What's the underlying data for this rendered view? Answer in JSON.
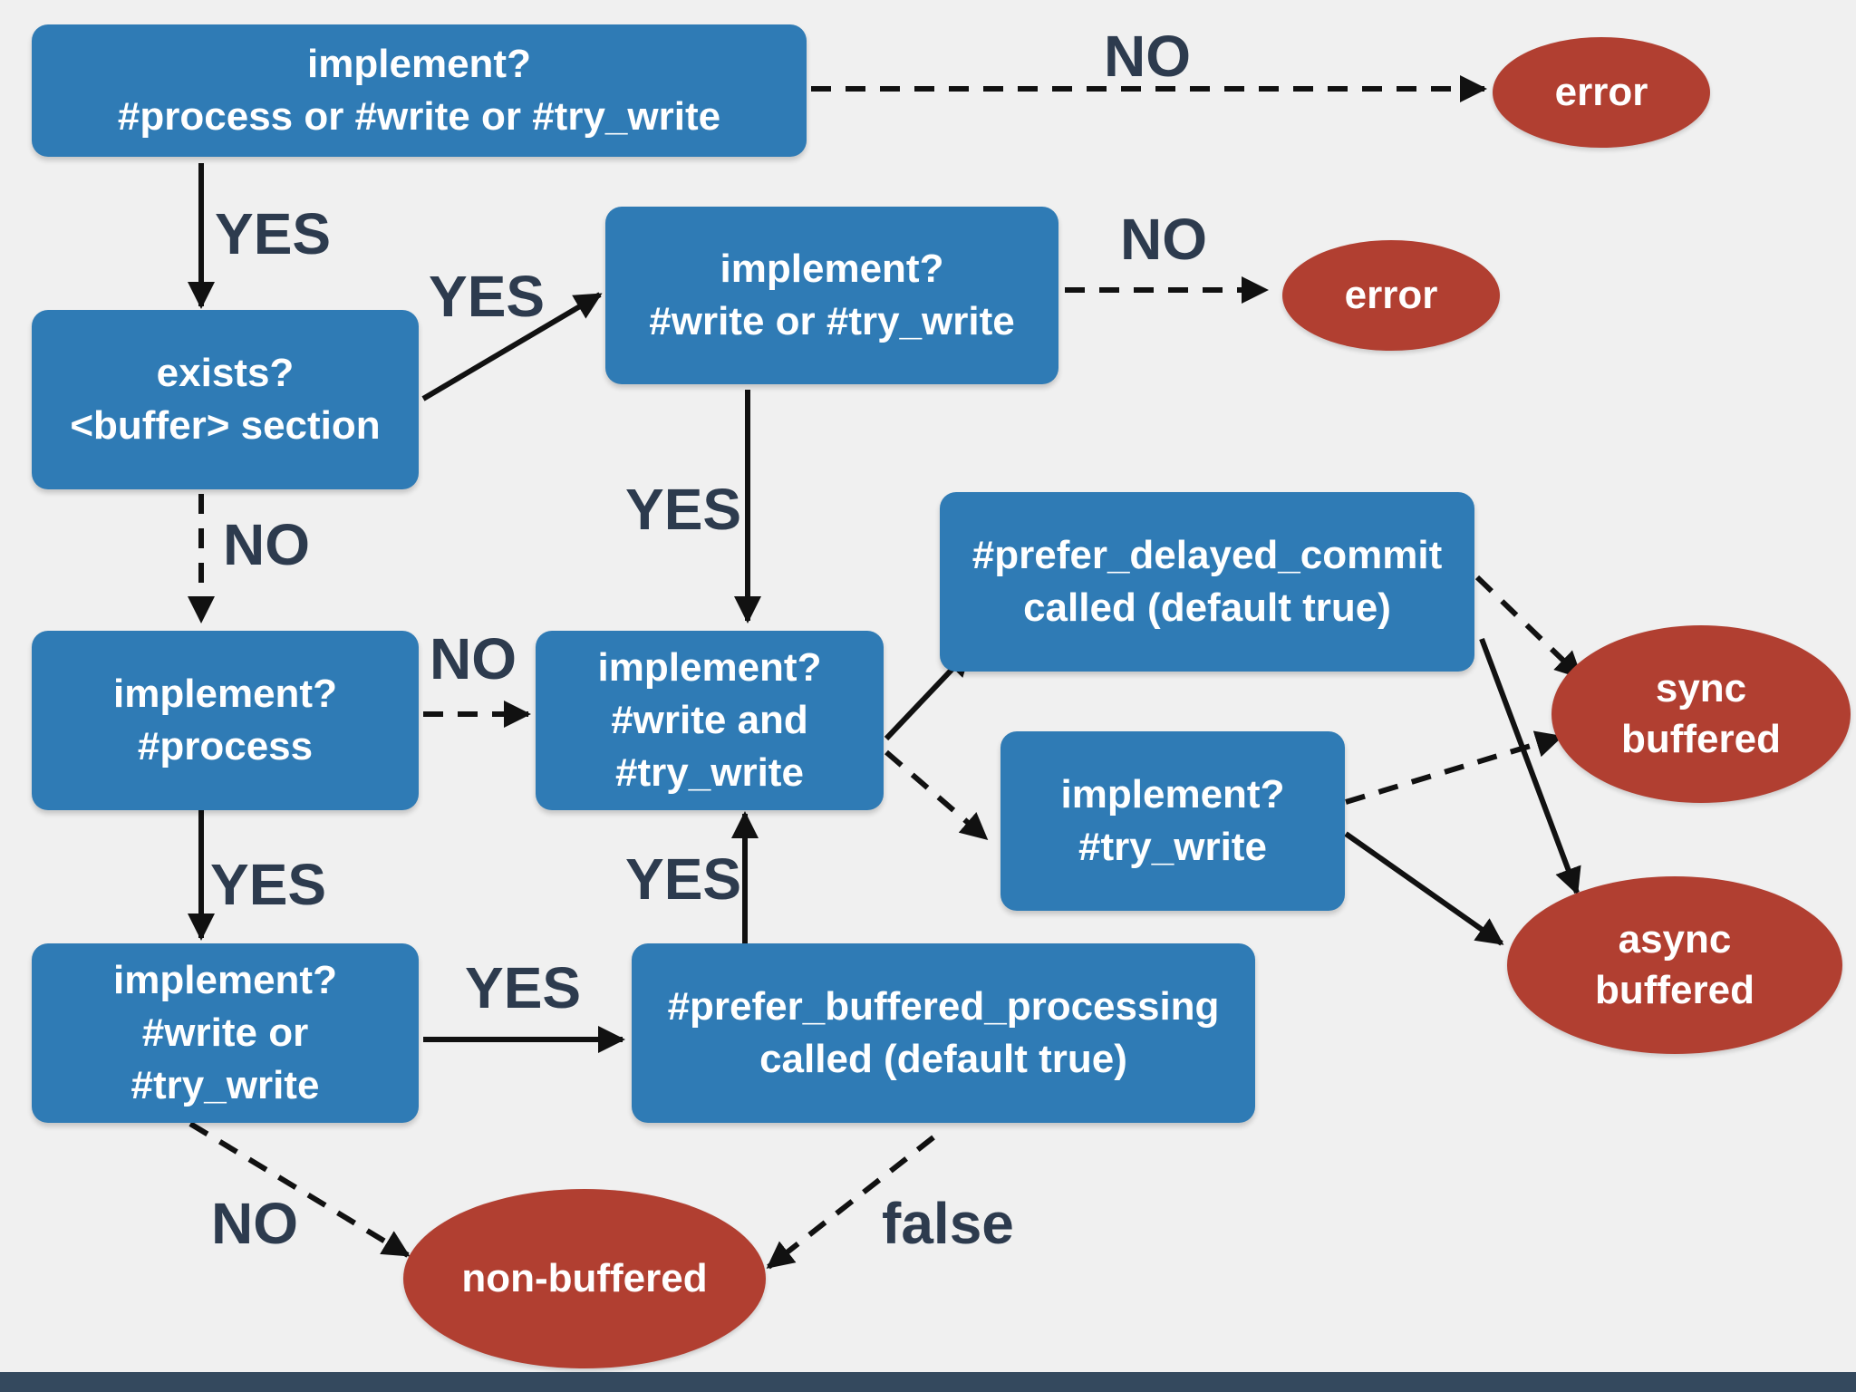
{
  "nodes": {
    "n1": [
      "implement?",
      "#process or #write or #try_write"
    ],
    "n2": [
      "exists?",
      "<buffer> section"
    ],
    "n3": [
      "implement?",
      "#write or #try_write"
    ],
    "n4": [
      "implement?",
      "#process"
    ],
    "n5": [
      "implement?",
      "#write and",
      "#try_write"
    ],
    "n6": [
      "#prefer_delayed_commit",
      "called (default true)"
    ],
    "n7": [
      "implement?",
      "#try_write"
    ],
    "n8": [
      "implement?",
      "#write or",
      "#try_write"
    ],
    "n9": [
      "#prefer_buffered_processing",
      "called (default true)"
    ]
  },
  "terminals": {
    "error1": [
      "error"
    ],
    "error2": [
      "error"
    ],
    "sync": [
      "sync",
      "buffered"
    ],
    "async": [
      "async",
      "buffered"
    ],
    "nonbuf": [
      "non-buffered"
    ]
  },
  "labels": {
    "no_top": "NO",
    "yes_n1_n2": "YES",
    "yes_n2_n3": "YES",
    "no_n3_err": "NO",
    "no_n2_n4": "NO",
    "yes_n3_n5": "YES",
    "no_n4_n5": "NO",
    "yes_n4_n8": "YES",
    "yes_n9_n5": "YES",
    "yes_n8_n9": "YES",
    "no_n8_nonbuf": "NO",
    "false_n9_nonbuf": "false"
  },
  "colors": {
    "box": "#2f7bb5",
    "terminal": "#b13f31",
    "label": "#2d3b4e",
    "background": "#f0f0f0",
    "footer": "#34495e"
  }
}
